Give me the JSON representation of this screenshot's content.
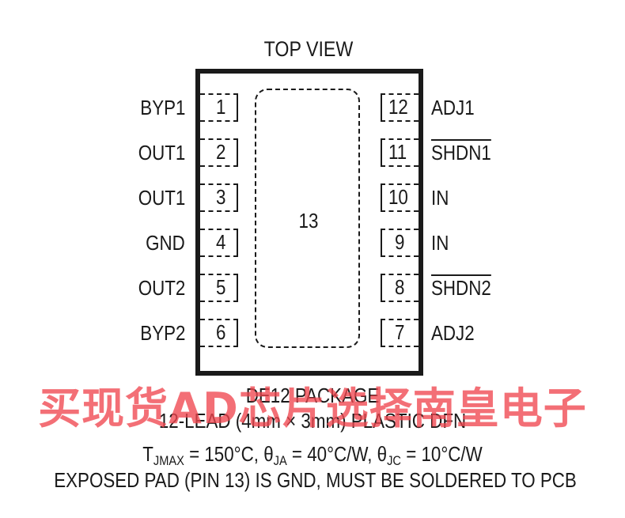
{
  "diagram": {
    "title": "TOP VIEW",
    "exposed_pad_number": "13",
    "left_pins": [
      {
        "number": "1",
        "name": "BYP1",
        "overline": false
      },
      {
        "number": "2",
        "name": "OUT1",
        "overline": false
      },
      {
        "number": "3",
        "name": "OUT1",
        "overline": false
      },
      {
        "number": "4",
        "name": "GND",
        "overline": false
      },
      {
        "number": "5",
        "name": "OUT2",
        "overline": false
      },
      {
        "number": "6",
        "name": "BYP2",
        "overline": false
      }
    ],
    "right_pins": [
      {
        "number": "12",
        "name": "ADJ1",
        "overline": false
      },
      {
        "number": "11",
        "name": "SHDN1",
        "overline": true
      },
      {
        "number": "10",
        "name": "IN",
        "overline": false
      },
      {
        "number": "9",
        "name": "IN",
        "overline": false
      },
      {
        "number": "8",
        "name": "SHDN2",
        "overline": true
      },
      {
        "number": "7",
        "name": "ADJ2",
        "overline": false
      }
    ],
    "package_name": "DE12 PACKAGE",
    "package_description": "12-LEAD (4mm × 3mm) PLASTIC DFN",
    "thermal": {
      "t_symbol": "T",
      "t_sub": "JMAX",
      "t_value": " = 150°C, ",
      "theta_ja_symbol": "θ",
      "theta_ja_sub": "JA",
      "theta_ja_value": " = 40°C/W, ",
      "theta_jc_symbol": "θ",
      "theta_jc_sub": "JC",
      "theta_jc_value": " = 10°C/W"
    },
    "exposed_pad_note": "EXPOSED PAD (PIN 13) IS GND, MUST BE SOLDERED TO PCB",
    "watermark": "买现货AD芯片选择南皇电子"
  }
}
